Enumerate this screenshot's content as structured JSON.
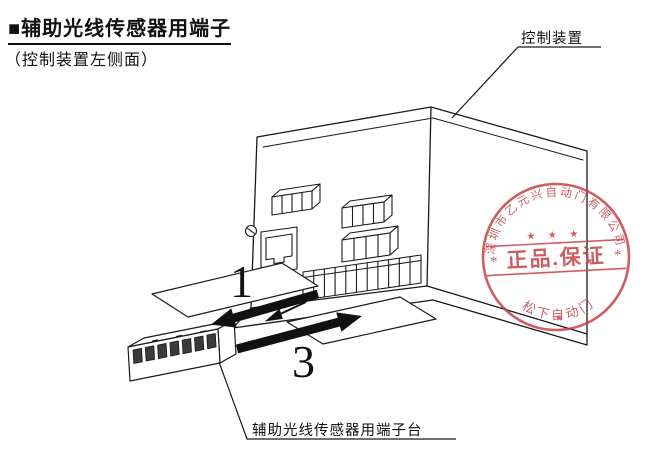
{
  "page": {
    "title": "■辅助光线传感器用端子",
    "subtitle": "（控制装置左侧面）"
  },
  "callouts": {
    "control_device": "控制装置",
    "terminal_block": "辅助光线传感器用端子台"
  },
  "steps": {
    "step1": "1",
    "step3": "3"
  },
  "stamp": {
    "color": "#c43a40",
    "arc_top": "深圳市乙元兴自动门有限公司",
    "stars_top": "★ ★ ★",
    "star_left": "*",
    "star_right": "*",
    "band_text": "正品.保证",
    "arc_bottom": "松下自动门",
    "star_bottom": "★"
  }
}
